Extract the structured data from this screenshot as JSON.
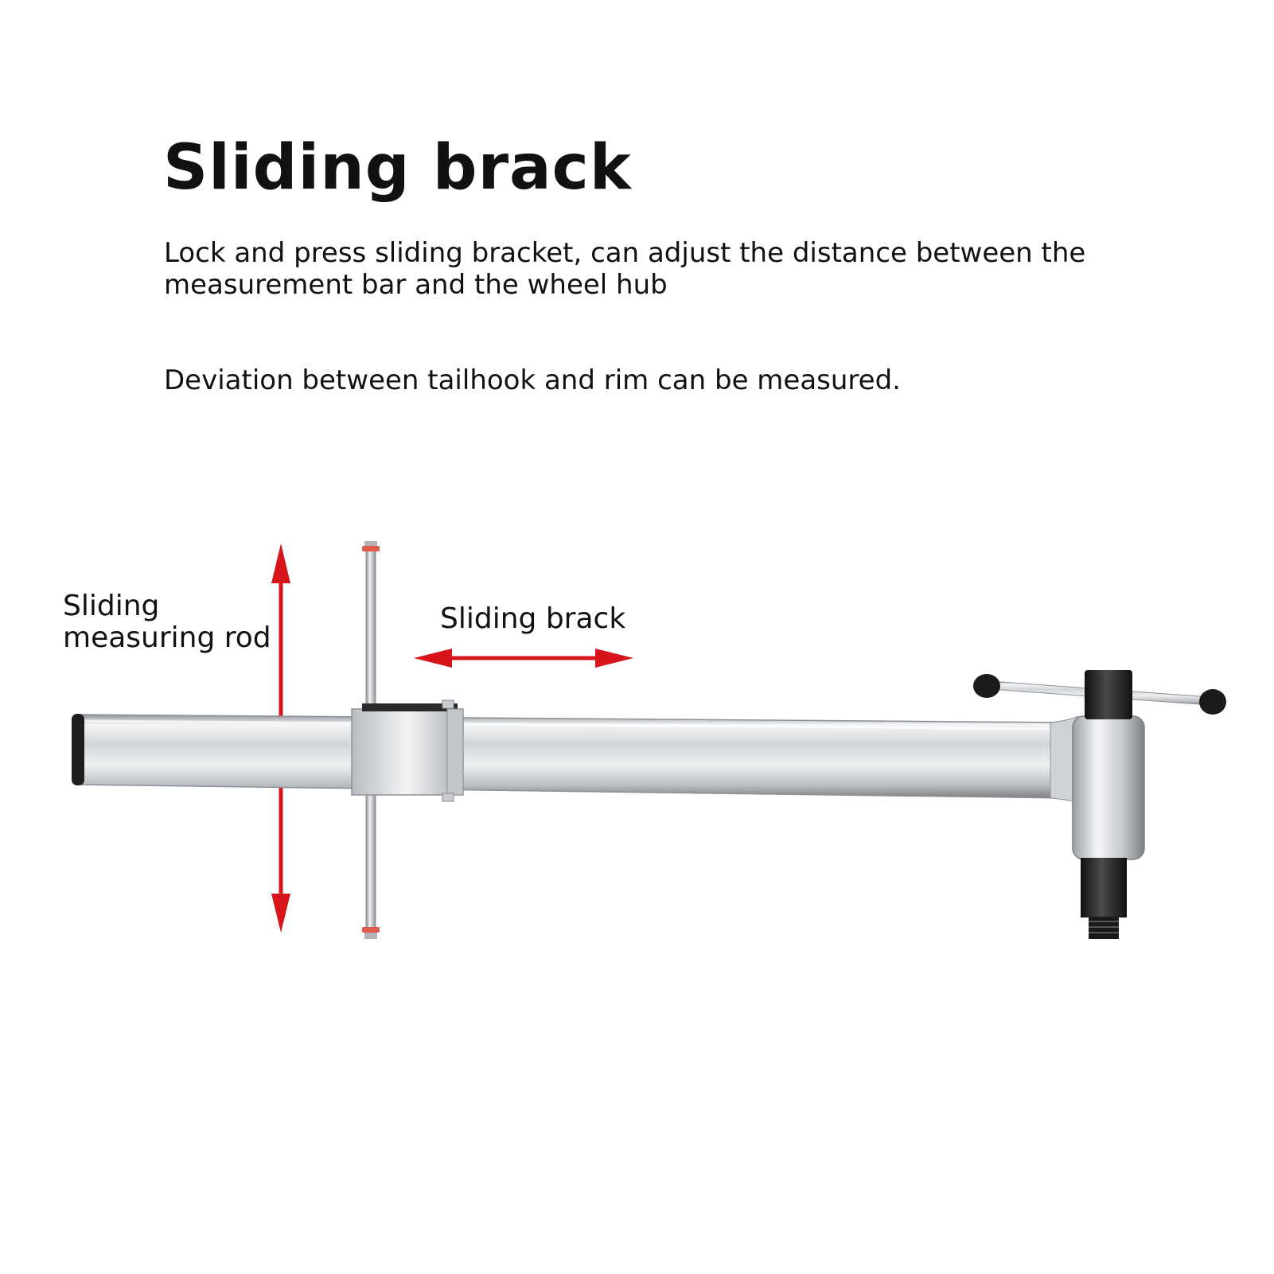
{
  "header": {
    "title": "Sliding brack",
    "description_1": "Lock and press sliding bracket, can adjust the distance between the measurement bar and the wheel hub",
    "description_2": "Deviation between tailhook and rim can be measured."
  },
  "callouts": {
    "rod_label": "Sliding measuring rod",
    "bracket_label": "Sliding brack"
  },
  "colors": {
    "arrow": "#d7141c",
    "text": "#111111",
    "metal": "#c8ccd0",
    "dark_part": "#222222"
  },
  "icons": {
    "vertical_arrow": "double-arrow-vertical-icon",
    "horizontal_arrow": "double-arrow-horizontal-icon"
  }
}
